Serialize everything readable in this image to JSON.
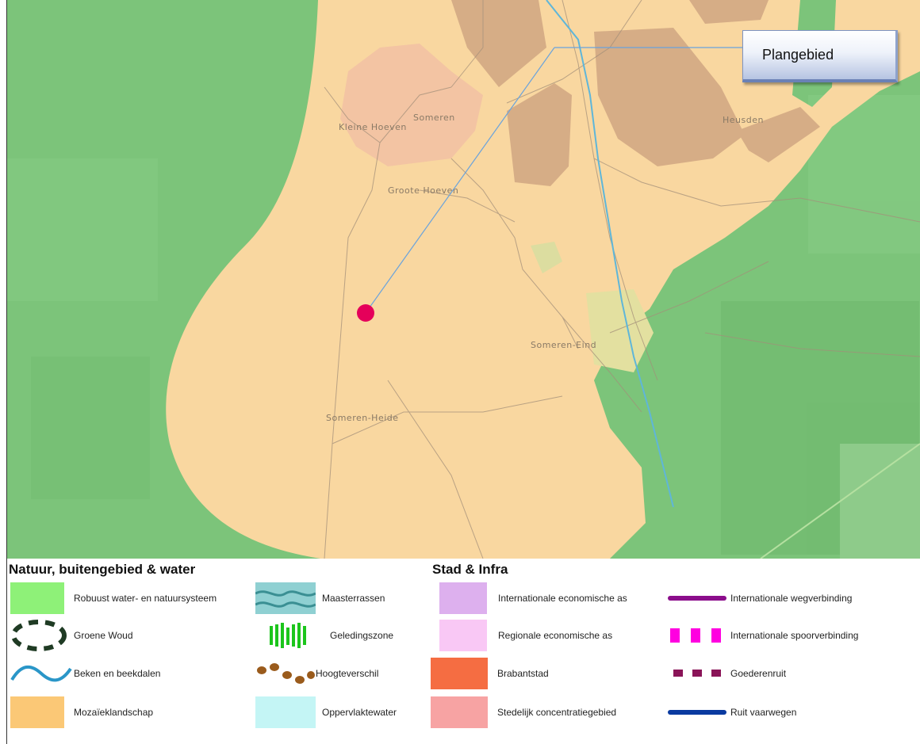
{
  "map": {
    "places": [
      {
        "id": "kleine-hoeven",
        "name": "Kleine Hoeven"
      },
      {
        "id": "someren",
        "name": "Someren"
      },
      {
        "id": "heusden",
        "name": "Heusden"
      },
      {
        "id": "groote-hoeven",
        "name": "Groote Hoeven"
      },
      {
        "id": "someren-eind",
        "name": "Someren-Eind"
      },
      {
        "id": "someren-heide",
        "name": "Someren-Heide"
      }
    ],
    "callout_label": "Plangebied",
    "marker_color": "#e5005a",
    "colors": {
      "nature": "#7cc47a",
      "mosaic": "#f9d7a0",
      "urban": "#f3c4a3",
      "industry": "#d6ad86",
      "water": "#5fb6d9",
      "road": "#a38f7a"
    }
  },
  "legend": {
    "left_title": "Natuur, buitengebied & water",
    "right_title": "Stad & Infra",
    "items": [
      {
        "label": "Robuust water- en natuursysteem",
        "color": "#8ef178",
        "icon": "green-rectangle"
      },
      {
        "label": "Maasterrassen",
        "color": "#5ab4b4",
        "icon": "wavy-teal-band"
      },
      {
        "label": "Internationale economische as",
        "color": "#ddb0ee",
        "icon": "lilac-rectangle"
      },
      {
        "label": "Internationale wegverbinding",
        "color": "#8b0d8b",
        "icon": "purple-road-line"
      },
      {
        "label": "Groene Woud",
        "color": "#1f3b24",
        "icon": "dashed-dark-ellipse"
      },
      {
        "label": "Geledingszone",
        "color": "#1cc51c",
        "icon": "green-striped-shape"
      },
      {
        "label": "Regionale economische as",
        "color": "#f9c8f5",
        "icon": "pink-rectangle"
      },
      {
        "label": "Internationale spoorverbinding",
        "color": "#ff00e0",
        "icon": "magenta-dash-line"
      },
      {
        "label": "Beken en beekdalen",
        "color": "#2a96c8",
        "icon": "blue-wave-line"
      },
      {
        "label": "Hoogteverschil",
        "color": "#9a5b1c",
        "icon": "brown-blob-line"
      },
      {
        "label": "Brabantstad",
        "color": "#f56d42",
        "icon": "orange-rectangle"
      },
      {
        "label": "Goederenruit",
        "color": "#8a1458",
        "icon": "maroon-dash-line"
      },
      {
        "label": "Mozaïeklandschap",
        "color": "#fbc876",
        "icon": "orange-yellow-rectangle"
      },
      {
        "label": "Oppervlaktewater",
        "color": "#c4f5f5",
        "icon": "light-cyan-rectangle"
      },
      {
        "label": "Stedelijk concentratiegebied",
        "color": "#f7a3a3",
        "icon": "salmon-rectangle"
      },
      {
        "label": "Ruit vaarwegen",
        "color": "#0a3aa0",
        "icon": "blue-waterway-line"
      }
    ]
  }
}
